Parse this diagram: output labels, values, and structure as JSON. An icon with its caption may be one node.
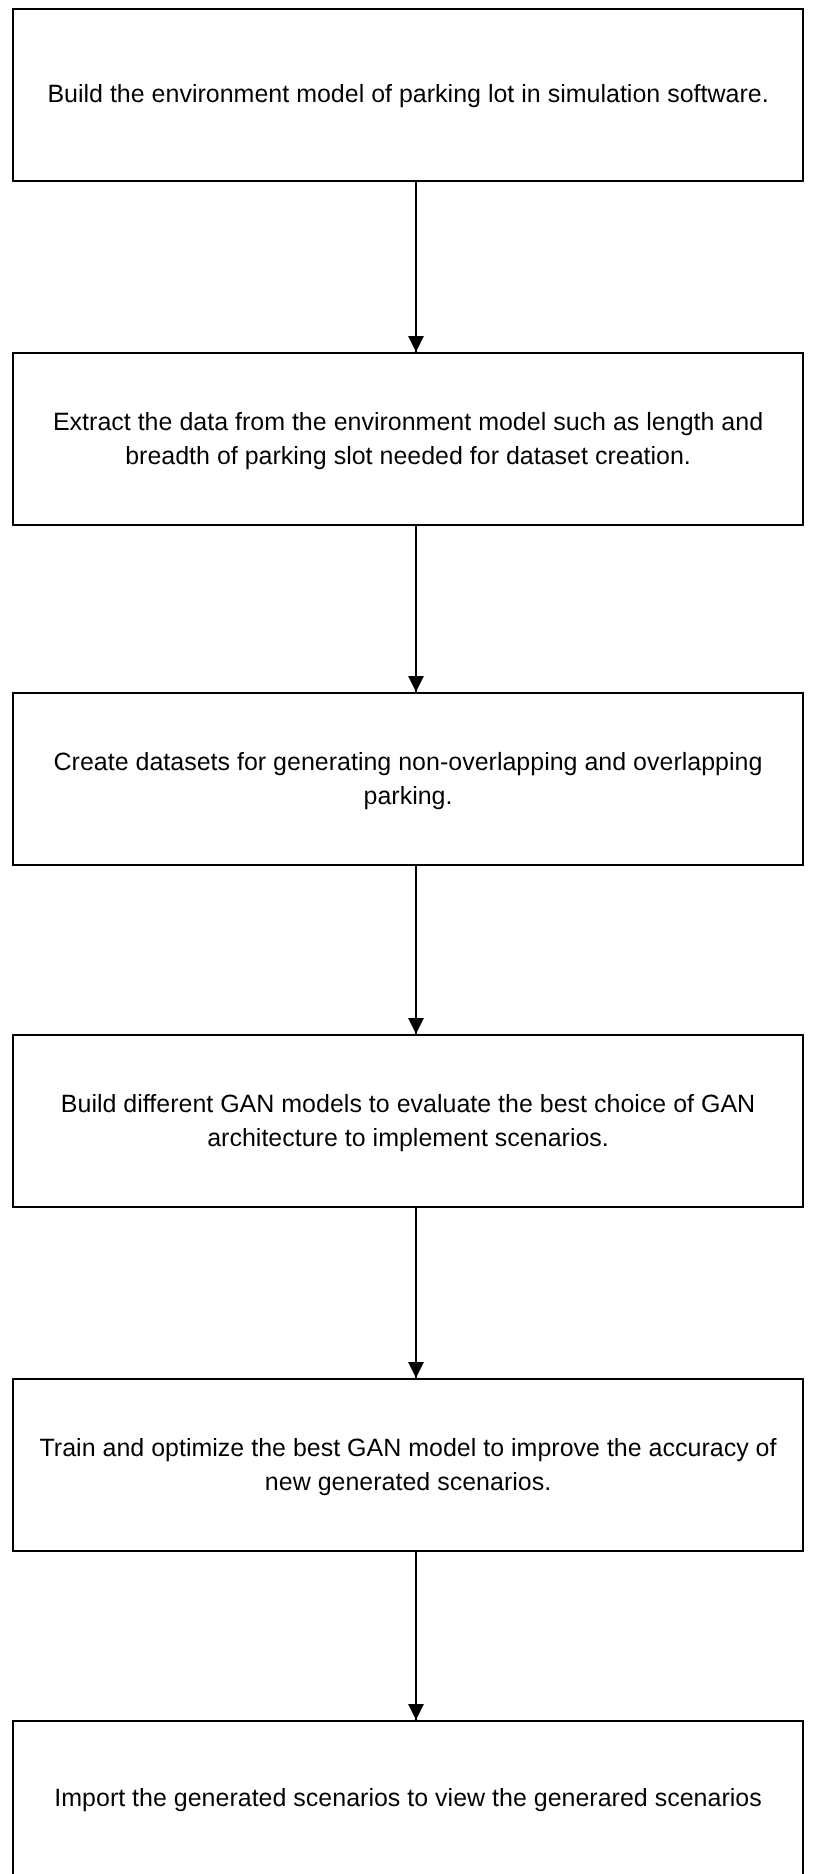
{
  "diagram": {
    "nodes": [
      {
        "text": [
          "Build the environment model of parking lot in simulation software."
        ]
      },
      {
        "text": [
          "Extract the data from the environment model such as length and breadth of parking slot needed for dataset creation."
        ]
      },
      {
        "text": [
          "Create datasets for generating non-overlapping and overlapping parking."
        ]
      },
      {
        "text": [
          "Build different GAN models to evaluate the best choice of GAN architecture to implement scenarios."
        ]
      },
      {
        "text": [
          "Train and optimize the best GAN model to improve the accuracy of new generated scenarios."
        ]
      },
      {
        "text": [
          "Import the generated scenarios to view the generared scenarios"
        ]
      }
    ],
    "edges": [
      {
        "from": 0,
        "to": 1,
        "arrow": "to"
      },
      {
        "from": 1,
        "to": 2,
        "arrow": "to"
      },
      {
        "from": 2,
        "to": 3,
        "arrow": "to"
      },
      {
        "from": 3,
        "to": 4,
        "arrow": "to"
      },
      {
        "from": 4,
        "to": 5,
        "arrow": "to"
      }
    ]
  }
}
